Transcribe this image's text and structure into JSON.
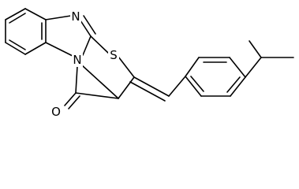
{
  "molecule": {
    "atom_labels": {
      "n_imine": "N",
      "n_bridge": "N",
      "s_ring": "S",
      "o_carbonyl": "O"
    }
  }
}
